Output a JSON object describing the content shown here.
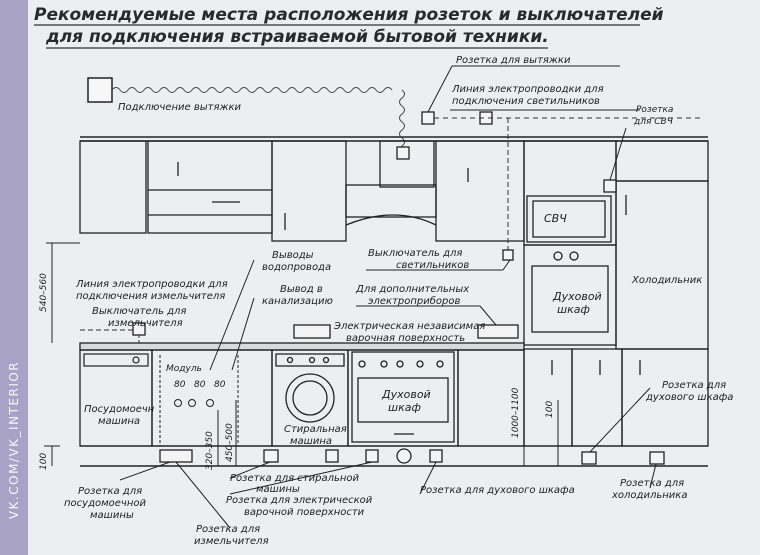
{
  "title_line1": "Рекомендуемые места расположения розеток и выключателей",
  "title_line2": "для подключения встраиваемой бытовой техники.",
  "watermark": "VK.COM/VK_INTERIOR",
  "labels": {
    "hood_connection": "Подключение вытяжки",
    "hood_socket": "Розетка для вытяжки",
    "lamp_line_1": "Линия электропроводки для",
    "lamp_line_2": "подключения светильников",
    "mw_socket_1": "Розетка",
    "mw_socket_2": "для СВЧ",
    "water_1": "Выводы",
    "water_2": "водопровода",
    "drain_1": "Вывод в",
    "drain_2": "канализацию",
    "lamp_switch_1": "Выключатель для",
    "lamp_switch_2": "светильников",
    "extra_appliances_1": "Для дополнительных",
    "extra_appliances_2": "электроприборов",
    "shredder_line_1": "Линия электропроводки для",
    "shredder_line_2": "подключения измельчителя",
    "shredder_switch_1": "Выключатель для",
    "shredder_switch_2": "измельчителя",
    "hob_1": "Электрическая независимая",
    "hob_2": "варочная поверхность",
    "microwave": "СВЧ",
    "oven_1": "Духовой",
    "oven_2": "шкаф",
    "fridge": "Холодильник",
    "dishwasher_1": "Посудомоечн",
    "dishwasher_2": "машина",
    "washer_1": "Стиральная",
    "washer_2": "машина",
    "module": "Модуль",
    "dim_80a": "80",
    "dim_80b": "80",
    "dim_80c": "80",
    "dim_540": "540–560",
    "dim_100_left": "100",
    "dim_320": "320–350",
    "dim_450": "450–500",
    "dim_1000": "1000–1100",
    "dim_100_mid": "100",
    "dw_socket_1": "Розетка для",
    "dw_socket_2": "посудомоечной",
    "dw_socket_3": "машины",
    "wm_socket_1": "Розетка для стиральной",
    "wm_socket_2": "машины",
    "hob_socket_1": "Розетка для электрической",
    "hob_socket_2": "варочной поверхности",
    "oven_socket_bottom": "Розетка для духового шкафа",
    "shredder_socket_1": "Розетка для",
    "shredder_socket_2": "измельчителя",
    "oven_socket_right_1": "Розетка для",
    "oven_socket_right_2": "духового шкафа",
    "fridge_socket_1": "Розетка для",
    "fridge_socket_2": "холодильника"
  }
}
